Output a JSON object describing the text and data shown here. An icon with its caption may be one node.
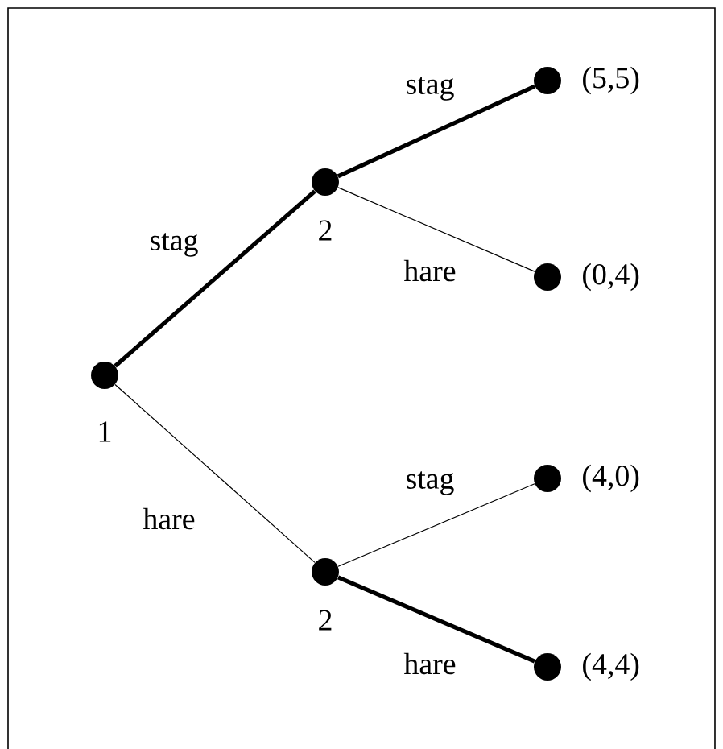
{
  "diagram": {
    "nodes": [
      {
        "text": [],
        "shape": "circle",
        "beside": [
          "1"
        ]
      },
      {
        "text": [],
        "shape": "circle",
        "beside": [
          "2"
        ]
      },
      {
        "text": [],
        "shape": "circle",
        "beside": [
          "2"
        ]
      },
      {
        "text": [],
        "shape": "circle",
        "beside": [
          "(5,5)"
        ]
      },
      {
        "text": [],
        "shape": "circle",
        "beside": [
          "(0,4)"
        ]
      },
      {
        "text": [],
        "shape": "circle",
        "beside": [
          "(4,0)"
        ]
      },
      {
        "text": [],
        "shape": "circle",
        "beside": [
          "(4,4)"
        ]
      }
    ],
    "edges": [
      {
        "from": 0,
        "to": 1,
        "arrow": "none",
        "label": "stag",
        "style": "thick"
      },
      {
        "from": 0,
        "to": 2,
        "arrow": "none",
        "label": "hare"
      },
      {
        "from": 1,
        "to": 3,
        "arrow": "none",
        "label": "stag",
        "style": "thick"
      },
      {
        "from": 1,
        "to": 4,
        "arrow": "none",
        "label": "hare"
      },
      {
        "from": 2,
        "to": 5,
        "arrow": "none",
        "label": "stag"
      },
      {
        "from": 2,
        "to": 6,
        "arrow": "none",
        "label": "hare",
        "style": "thick"
      }
    ]
  }
}
